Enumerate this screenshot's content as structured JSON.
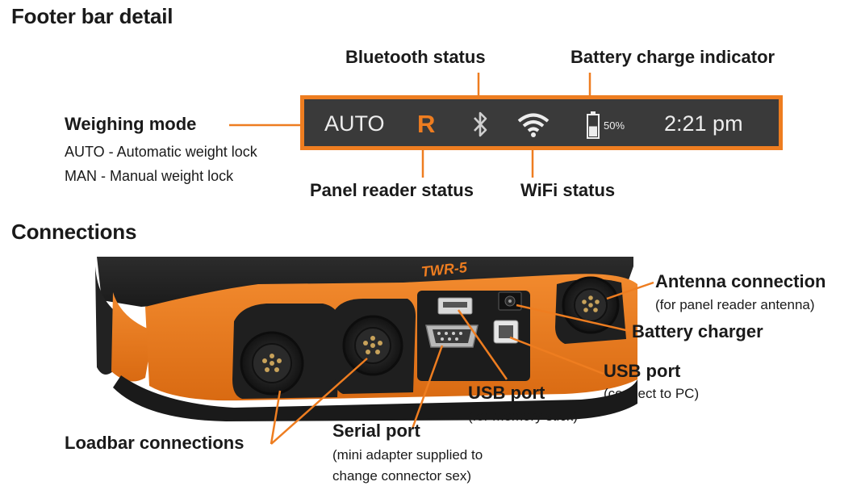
{
  "section_footer": {
    "title": "Footer bar detail"
  },
  "footer_bar": {
    "mode": "AUTO",
    "panel_reader": "R",
    "battery_percent_text": "50%",
    "battery_level": 0.5,
    "time": "2:21 pm",
    "colors": {
      "background": "#3a3a3a",
      "accent": "#ee7d20",
      "text": "#ededed"
    }
  },
  "footer_callouts": {
    "weighing_mode": "Weighing mode",
    "weighing_mode_auto": "AUTO - Automatic weight lock",
    "weighing_mode_man": "MAN - Manual weight lock",
    "bluetooth": "Bluetooth status",
    "battery": "Battery charge indicator",
    "panel_reader": "Panel reader status",
    "wifi": "WiFi status"
  },
  "section_connections": {
    "title": "Connections"
  },
  "device": {
    "model": "TWR-5"
  },
  "connection_callouts": {
    "antenna": "Antenna connection",
    "antenna_note": "(for panel reader antenna)",
    "battery_charger": "Battery charger",
    "usb_pc": "USB port",
    "usb_pc_note": "(connect to PC)",
    "usb_memory": "USB port",
    "usb_memory_note": "(for memory stick)",
    "serial": "Serial port",
    "serial_note_1": "(mini adapter supplied to",
    "serial_note_2": "change connector sex)",
    "loadbar": "Loadbar connections"
  }
}
